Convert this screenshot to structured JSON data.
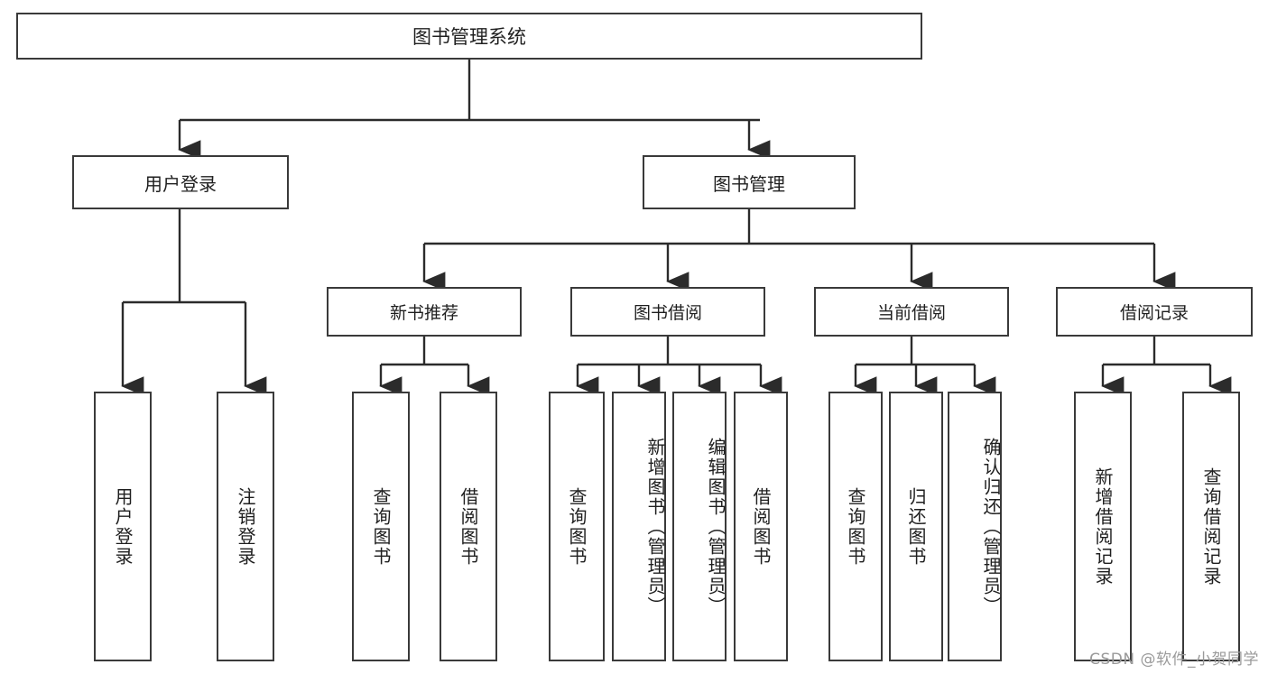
{
  "diagram": {
    "type": "tree",
    "title": "图书管理系统",
    "orientation": "top-down",
    "colors": {
      "box_border": "#3a3a3a",
      "box_fill": "#ffffff",
      "edge": "#2b2b2b",
      "text": "#1f1f1f",
      "watermark": "#9a9a9a",
      "background": "#ffffff"
    },
    "root": {
      "label": "图书管理系统"
    },
    "level1": [
      {
        "label": "用户登录"
      },
      {
        "label": "图书管理"
      }
    ],
    "level2": [
      {
        "label": "新书推荐"
      },
      {
        "label": "图书借阅"
      },
      {
        "label": "当前借阅"
      },
      {
        "label": "借阅记录"
      }
    ],
    "leaves": {
      "user_login": [
        {
          "label": "用户登录"
        },
        {
          "label": "注销登录"
        }
      ],
      "new_book_recommend": [
        {
          "label": "查询图书"
        },
        {
          "label": "借阅图书"
        }
      ],
      "book_borrow": [
        {
          "label": "查询图书"
        },
        {
          "label": "新增图书（管理员）"
        },
        {
          "label": "编辑图书（管理员）"
        },
        {
          "label": "借阅图书"
        }
      ],
      "current_borrow": [
        {
          "label": "查询图书"
        },
        {
          "label": "归还图书"
        },
        {
          "label": "确认归还（管理员）"
        }
      ],
      "borrow_record": [
        {
          "label": "新增借阅记录"
        },
        {
          "label": "查询借阅记录"
        }
      ]
    }
  },
  "watermark": {
    "text": "CSDN @软件_小贺同学"
  }
}
